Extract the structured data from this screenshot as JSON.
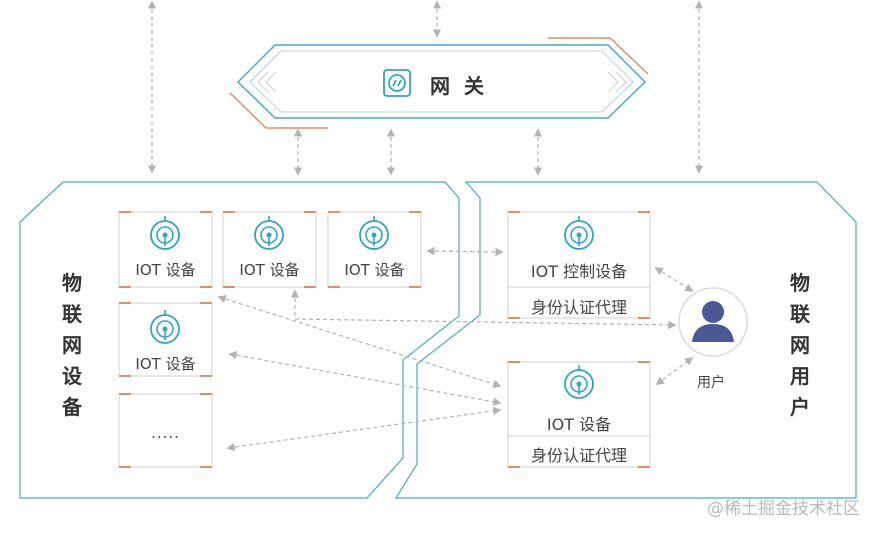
{
  "gateway": {
    "title": "网关",
    "icon": "gateway-icon"
  },
  "left_panel": {
    "title": [
      "物",
      "联",
      "网",
      "设",
      "备"
    ]
  },
  "right_panel": {
    "title": [
      "物",
      "联",
      "网",
      "用",
      "户"
    ]
  },
  "devices": [
    {
      "label": "IOT 设备",
      "icon": "iot-signal-icon"
    },
    {
      "label": "IOT 设备",
      "icon": "iot-signal-icon"
    },
    {
      "label": "IOT 设备",
      "icon": "iot-signal-icon"
    },
    {
      "label": "IOT 设备",
      "icon": "iot-signal-icon"
    },
    {
      "label": "....."
    }
  ],
  "control_device": {
    "label": "IOT 控制设备",
    "proxy": "身份认证代理",
    "icon": "iot-signal-icon"
  },
  "auth_device": {
    "label": "IOT 设备",
    "proxy": "身份认证代理",
    "icon": "iot-signal-icon"
  },
  "user": {
    "label": "用户",
    "icon": "user-avatar-icon"
  },
  "watermark": "@稀土掘金技术社区",
  "colors": {
    "frame": "#4aa9c8",
    "accent": "#e39060",
    "arrow": "#b3b3b3",
    "icon": "#2fa4c4",
    "avatar": "#4a5896"
  }
}
